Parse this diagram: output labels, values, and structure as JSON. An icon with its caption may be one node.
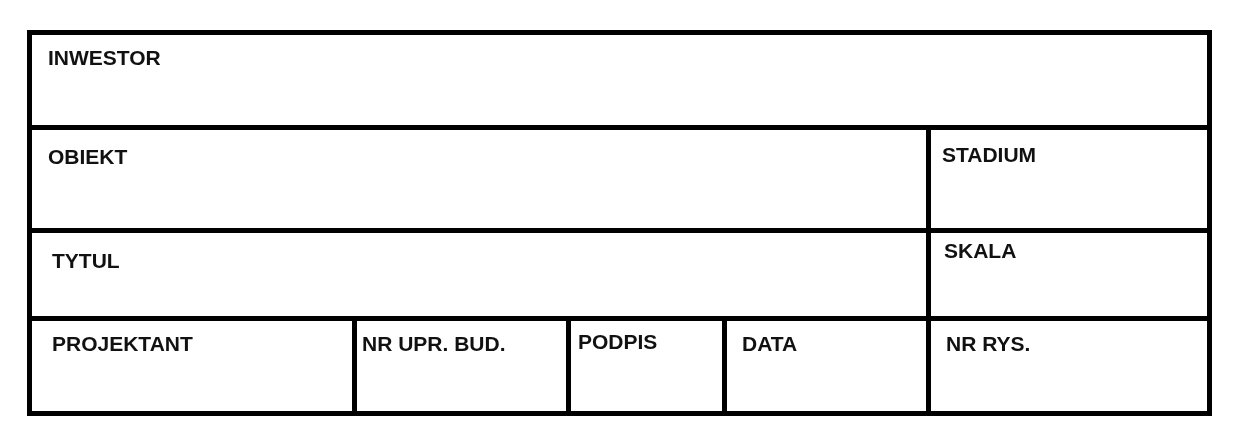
{
  "diagram": {
    "labels": [
      "INWESTOR",
      "OBIEKT",
      "STADIUM",
      "TYTUL",
      "SKALA",
      "PROJEKTANT",
      "NR UPR. BUD.",
      "PODPIS",
      "DATA",
      "NR RYS."
    ]
  }
}
